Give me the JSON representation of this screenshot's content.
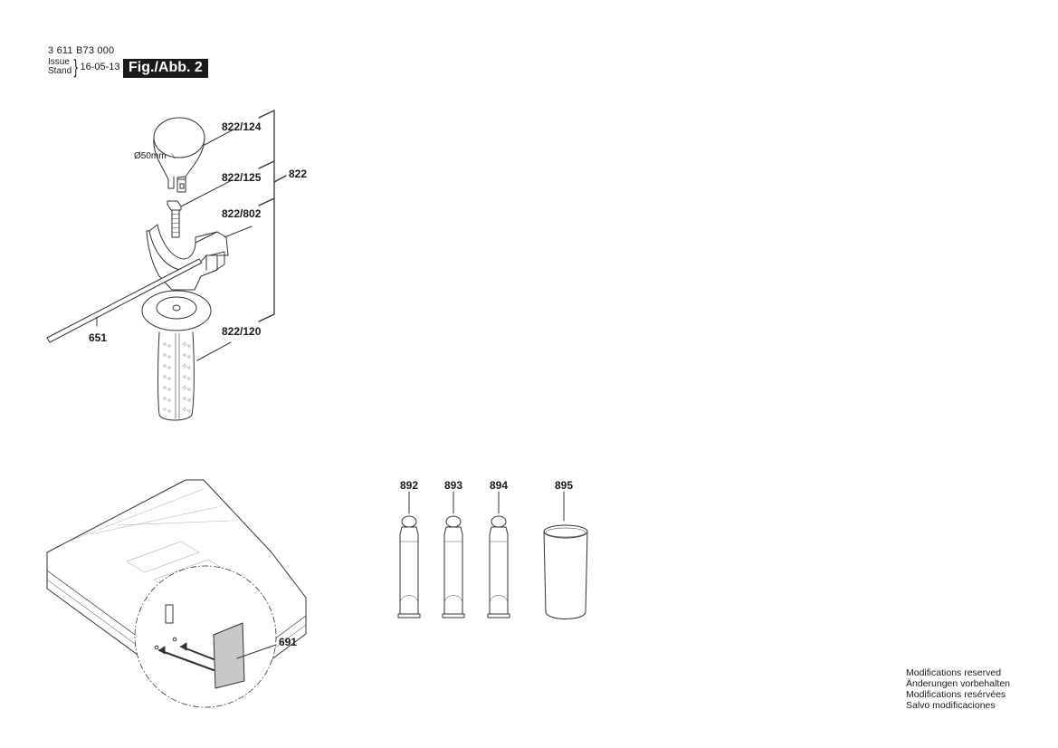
{
  "header": {
    "document_number": "3 611 B73 000",
    "issue_label_line1": "Issue",
    "issue_label_line2": "Stand",
    "issue_date": "16-05-13",
    "figure_label": "Fig./Abb. 2"
  },
  "parts": {
    "handle_assembly": {
      "group_number": "822",
      "items": [
        {
          "id": "822/124",
          "name": "depth-gauge-clamp",
          "note": "Ø50mm"
        },
        {
          "id": "822/125",
          "name": "clamp-screw"
        },
        {
          "id": "822/802",
          "name": "handle-holder"
        },
        {
          "id": "822/120",
          "name": "auxiliary-grip"
        }
      ]
    },
    "depth_stop": {
      "id": "651",
      "name": "depth-stop-rod"
    },
    "carrying_case_label": {
      "id": "691",
      "name": "case-label-plate"
    },
    "consumables": [
      {
        "id": "892",
        "name": "grease-tube"
      },
      {
        "id": "893",
        "name": "grease-tube"
      },
      {
        "id": "894",
        "name": "grease-tube"
      },
      {
        "id": "895",
        "name": "container"
      }
    ]
  },
  "footer": {
    "notice_en": "Modifications reserved",
    "notice_de": "Änderungen vorbehalten",
    "notice_fr": "Modifications resérvées",
    "notice_es": "Salvo modificaciones"
  },
  "colors": {
    "ink": "#1a1a1a",
    "line": "#555555",
    "fill_light": "#f2f2f2",
    "fill_grey": "#c8c8c8"
  }
}
